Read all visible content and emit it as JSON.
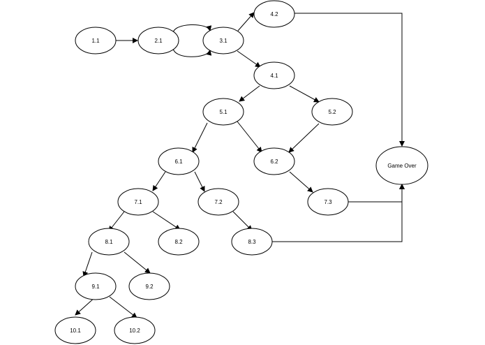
{
  "diagram": {
    "nodes": [
      {
        "id": "n1_1",
        "label": "1.1"
      },
      {
        "id": "n2_1",
        "label": "2.1"
      },
      {
        "id": "n3_1",
        "label": "3.1"
      },
      {
        "id": "n4_2",
        "label": "4.2"
      },
      {
        "id": "n4_1",
        "label": "4.1"
      },
      {
        "id": "n5_1",
        "label": "5.1"
      },
      {
        "id": "n5_2",
        "label": "5.2"
      },
      {
        "id": "n6_1",
        "label": "6.1"
      },
      {
        "id": "n6_2",
        "label": "6.2"
      },
      {
        "id": "n7_1",
        "label": "7.1"
      },
      {
        "id": "n7_2",
        "label": "7.2"
      },
      {
        "id": "n7_3",
        "label": "7.3"
      },
      {
        "id": "n8_1",
        "label": "8.1"
      },
      {
        "id": "n8_2",
        "label": "8.2"
      },
      {
        "id": "n8_3",
        "label": "8.3"
      },
      {
        "id": "n9_1",
        "label": "9.1"
      },
      {
        "id": "n9_2",
        "label": "9.2"
      },
      {
        "id": "n10_1",
        "label": "10.1"
      },
      {
        "id": "n10_2",
        "label": "10.2"
      },
      {
        "id": "game_over",
        "label": "Game Over"
      }
    ],
    "edges": [
      {
        "from": "1.1",
        "to": "2.1"
      },
      {
        "from": "2.1",
        "to": "3.1"
      },
      {
        "from": "2.1",
        "to": "3.1"
      },
      {
        "from": "3.1",
        "to": "4.2"
      },
      {
        "from": "3.1",
        "to": "4.1"
      },
      {
        "from": "4.2",
        "to": "Game Over"
      },
      {
        "from": "4.1",
        "to": "5.1"
      },
      {
        "from": "4.1",
        "to": "5.2"
      },
      {
        "from": "5.1",
        "to": "6.1"
      },
      {
        "from": "5.1",
        "to": "6.2"
      },
      {
        "from": "5.2",
        "to": "6.2"
      },
      {
        "from": "6.2",
        "to": "7.3"
      },
      {
        "from": "7.3",
        "to": "Game Over"
      },
      {
        "from": "6.1",
        "to": "7.1"
      },
      {
        "from": "6.1",
        "to": "7.2"
      },
      {
        "from": "7.2",
        "to": "8.3"
      },
      {
        "from": "8.3",
        "to": "Game Over"
      },
      {
        "from": "7.1",
        "to": "8.1"
      },
      {
        "from": "7.1",
        "to": "8.2"
      },
      {
        "from": "8.1",
        "to": "9.1"
      },
      {
        "from": "8.1",
        "to": "9.2"
      },
      {
        "from": "9.1",
        "to": "10.1"
      },
      {
        "from": "9.1",
        "to": "10.2"
      }
    ]
  }
}
